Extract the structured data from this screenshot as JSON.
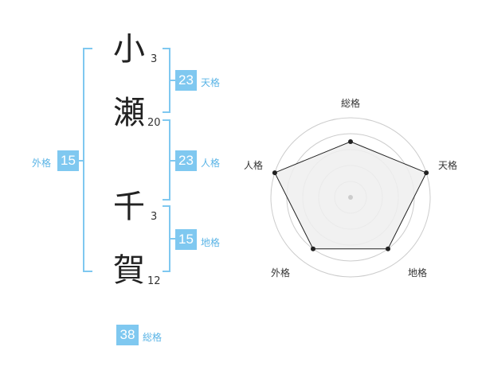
{
  "name": {
    "chars": [
      {
        "char": "小",
        "strokes": "3"
      },
      {
        "char": "瀬",
        "strokes": "20"
      },
      {
        "char": "千",
        "strokes": "3"
      },
      {
        "char": "賀",
        "strokes": "12"
      }
    ]
  },
  "kaku": {
    "tenkaku": {
      "value": "23",
      "label": "天格"
    },
    "jinkaku": {
      "value": "23",
      "label": "人格"
    },
    "chikaku": {
      "value": "15",
      "label": "地格"
    },
    "gaikaku": {
      "value": "15",
      "label": "外格"
    },
    "soukaku": {
      "value": "38",
      "label": "総格"
    }
  },
  "radar": {
    "labels": {
      "top": "総格",
      "right": "天格",
      "bottom_right": "地格",
      "bottom_left": "外格",
      "left": "人格"
    },
    "rings": 5,
    "values": {
      "top": 0.7,
      "right": 1.0,
      "bottom_right": 0.8,
      "bottom_left": 0.8,
      "left": 1.0
    }
  },
  "colors": {
    "accent": "#7fc8f0",
    "label": "#5ab4e6",
    "radar_fill": "#eeeeee",
    "radar_line": "#222222",
    "ring": "#cccccc"
  }
}
